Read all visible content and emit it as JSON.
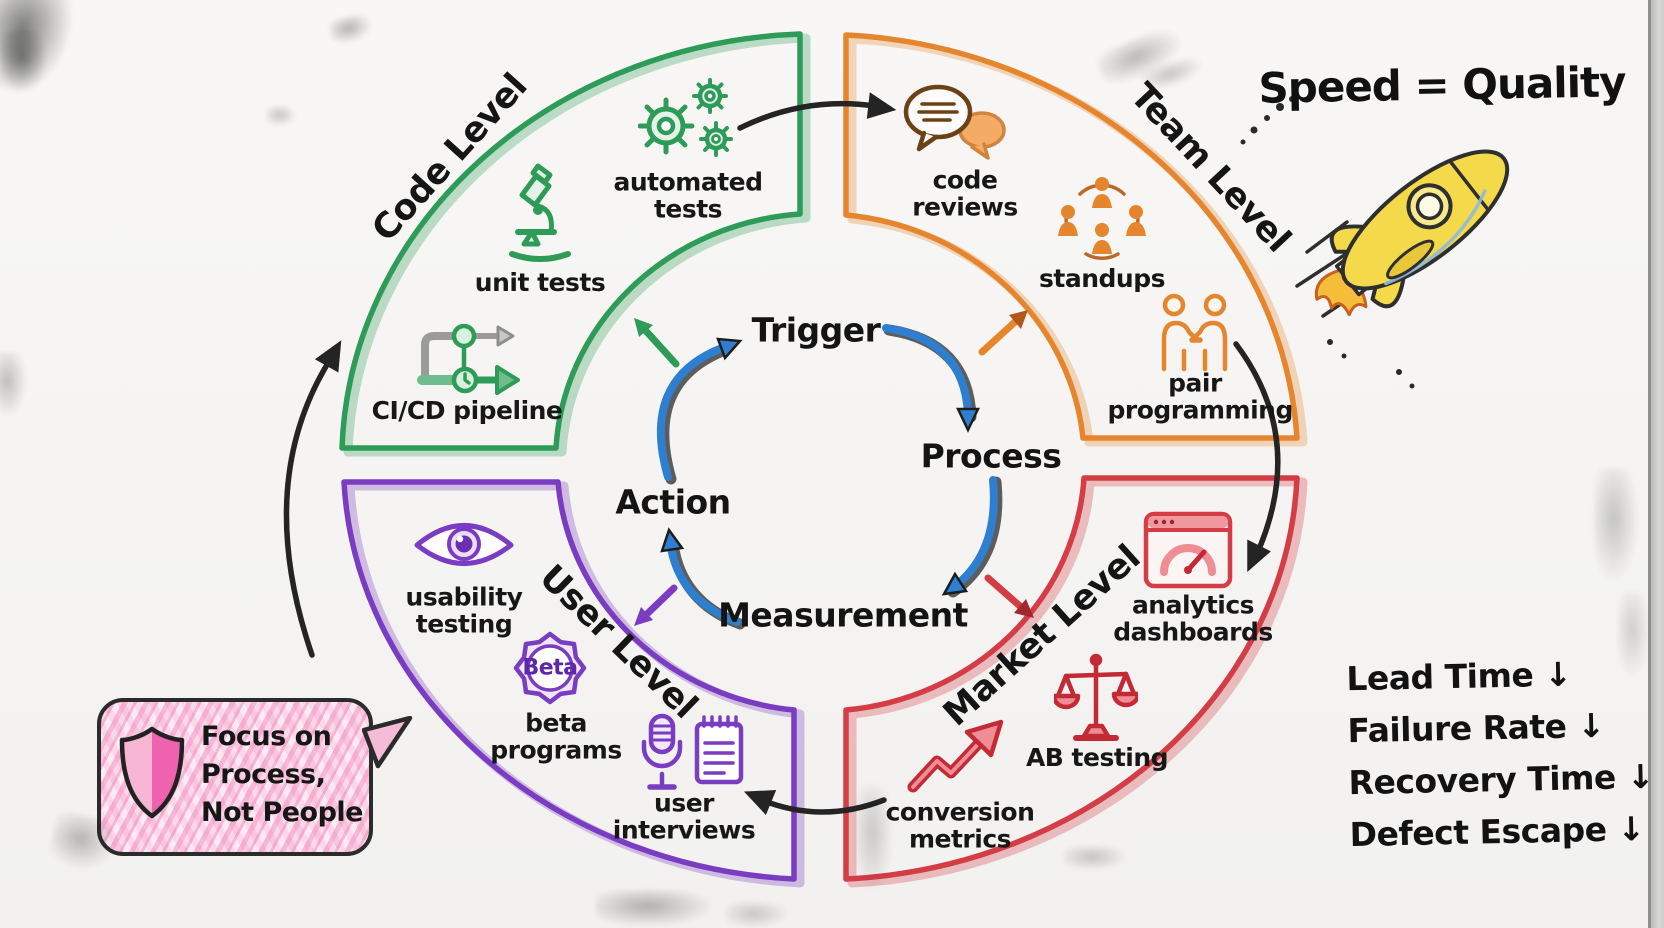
{
  "scene": {
    "speed_quality": "Speed = Quality",
    "metrics": [
      "Lead Time ↓",
      "Failure Rate ↓",
      "Recovery Time ↓",
      "Defect Escape ↓"
    ],
    "callout_lines": [
      "Focus on",
      "Process,",
      "Not People"
    ]
  },
  "cycle": {
    "steps": [
      "Trigger",
      "Process",
      "Measurement",
      "Action"
    ],
    "arrow_color": "#2e7fd0"
  },
  "quadrants": [
    {
      "id": "code",
      "label": "Code Level",
      "color": "#2e9c58",
      "items": [
        "automated tests",
        "unit tests",
        "CI/CD pipeline"
      ]
    },
    {
      "id": "team",
      "label": "Team Level",
      "color": "#e5862f",
      "items": [
        "code reviews",
        "standups",
        "pair programming"
      ]
    },
    {
      "id": "market",
      "label": "Market Level",
      "color": "#d43c46",
      "items": [
        "analytics dashboards",
        "AB testing",
        "conversion metrics"
      ]
    },
    {
      "id": "user",
      "label": "User Level",
      "color": "#7a3cc0",
      "items": [
        "usability testing",
        "beta programs",
        "user interviews"
      ],
      "badge": "Beta"
    }
  ]
}
